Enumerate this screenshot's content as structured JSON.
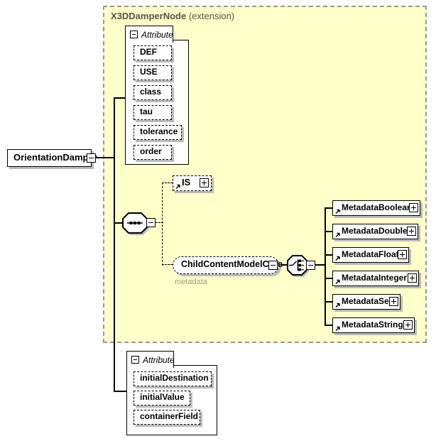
{
  "extension": {
    "title": "X3DDamperNode",
    "subtitle": "(extension)"
  },
  "root_element": {
    "label": "OrientationDamper"
  },
  "top_attributes": {
    "title": "Attribute",
    "items": [
      "DEF",
      "USE",
      "class",
      "tau",
      "tolerance",
      "order"
    ]
  },
  "is_ref": {
    "label": "IS"
  },
  "group_ref": {
    "label": "ChildContentModelCore",
    "annotation": "metadata"
  },
  "metadata_refs": [
    "MetadataBoolean",
    "MetadataDouble",
    "MetadataFloat",
    "MetadataInteger",
    "MetadataSet",
    "MetadataString"
  ],
  "bottom_attributes": {
    "title": "Attribute",
    "items": [
      "initialDestination",
      "initialValue",
      "containerField"
    ]
  },
  "colors": {
    "extension_bg": "#FFFFC9",
    "extension_border": "#999999",
    "box_shadow": "#BBBBBB",
    "annotation_text": "#9C9C8C",
    "header_text": "#55554A",
    "line": "#000000"
  }
}
